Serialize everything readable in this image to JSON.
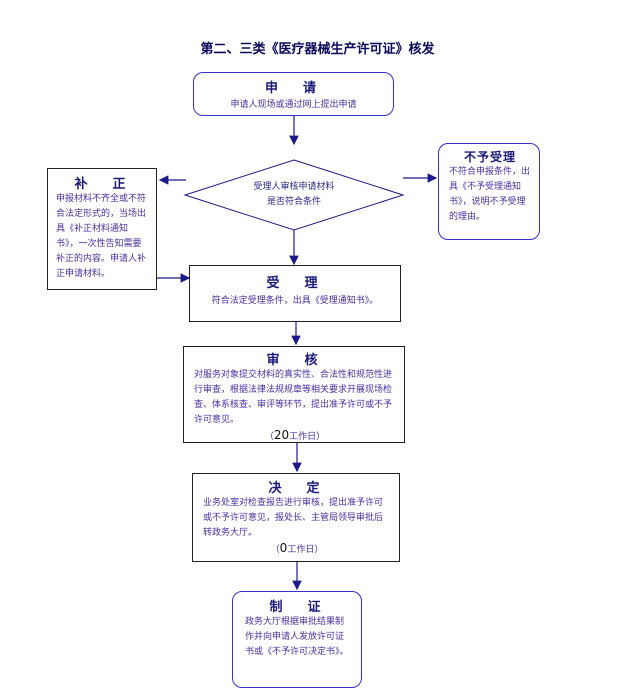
{
  "title": "第二、三类《医疗器械生产许可证》核发",
  "apply": {
    "heading": "申　请",
    "text": "申请人现场或通过网上提出申请"
  },
  "check": {
    "line1": "受理人审核申请材料",
    "line2": "是否符合条件"
  },
  "reject": {
    "heading": "不予受理",
    "text": "不符合申报条件，出具《不予受理通知书》，说明不予受理的理由。"
  },
  "correct": {
    "heading": "补　正",
    "text": "申报材料不齐全或不符合法定形式的，当场出具《补正材料通知书》，一次性告知需要补正的内容。申请人补正申请材料。"
  },
  "accept": {
    "heading": "受　理",
    "text": "符合法定受理条件，出具《受理通知书》。"
  },
  "review": {
    "heading": "审　核",
    "text": "对服务对象提交材料的真实性、合法性和规范性进行审查，根据法律法规规章等相关要求开展现场检查、体系核查、审评等环节，提出准予许可或不予许可意见。",
    "days_open": "（",
    "days_num": "20",
    "days_unit": "工作日）"
  },
  "decide": {
    "heading": "决　定",
    "text": "业务处室对检查报告进行审核，提出准予许可或不予许可意见，报处长、主管局领导审批后转政务大厅。",
    "days_open": "（",
    "days_num": "0",
    "days_unit": "工作日）"
  },
  "issue": {
    "heading": "制　证",
    "text": "政务大厅根据审批结果制作并向申请人发放许可证书或《不予许可决定书》。"
  },
  "colors": {
    "arrow": "#1a1a8a",
    "box_border": "#222222",
    "round_border": "#3333cc",
    "text": "#4a2ea0"
  }
}
